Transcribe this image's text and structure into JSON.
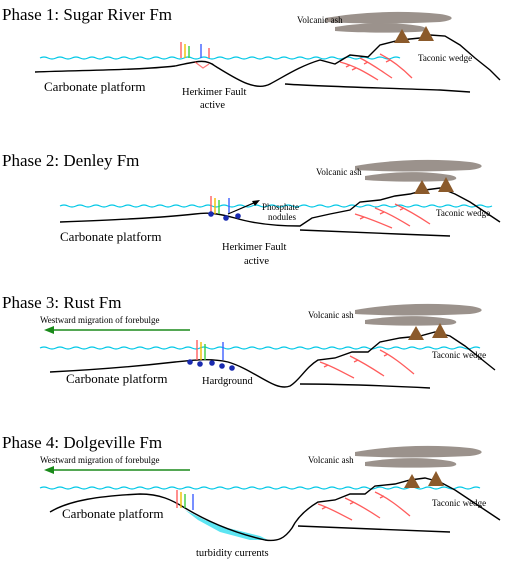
{
  "phases": [
    {
      "title": "Phase 1: Sugar River Fm",
      "labels": {
        "volcanic_ash": "Volcanic ash",
        "taconic_wedge": "Taconic wedge",
        "carbonate_platform": "Carbonate platform",
        "fault_line1": "Herkimer Fault",
        "fault_line2": "active"
      }
    },
    {
      "title": "Phase 2: Denley Fm",
      "labels": {
        "volcanic_ash": "Volcanic ash",
        "taconic_wedge": "Taconic wedge",
        "carbonate_platform": "Carbonate platform",
        "phosphate_line1": "Phosphate",
        "phosphate_line2": "nodules",
        "fault_line1": "Herkimer Fault",
        "fault_line2": "active"
      }
    },
    {
      "title": "Phase 3: Rust Fm",
      "labels": {
        "migration": "Westward migration of forebulge",
        "volcanic_ash": "Volcanic ash",
        "taconic_wedge": "Taconic wedge",
        "carbonate_platform": "Carbonate platform",
        "hardground": "Hardground"
      }
    },
    {
      "title": "Phase 4: Dolgeville Fm",
      "labels": {
        "migration": "Westward migration of forebulge",
        "volcanic_ash": "Volcanic ash",
        "taconic_wedge": "Taconic wedge",
        "carbonate_platform": "Carbonate platform",
        "turbidity": "turbidity currents"
      }
    }
  ],
  "colors": {
    "sea_level": "#00c8e6",
    "outline": "#000000",
    "ash_plume": "#8a8078",
    "volcano": "#8b5a2b",
    "thrust": "#ff4040",
    "migration_arrow": "#1a8a1a",
    "nodules": "#1a2bb0",
    "turbidite": "#40e0f0"
  }
}
